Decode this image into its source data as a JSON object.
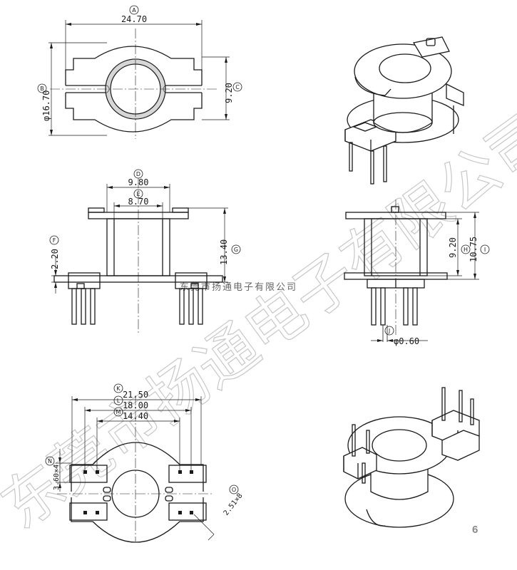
{
  "top_view": {
    "dim_a": {
      "marker": "A",
      "value": "24.70"
    },
    "dim_b": {
      "marker": "B",
      "value": "φ16.70"
    },
    "dim_c": {
      "marker": "C",
      "value": "9.20"
    }
  },
  "side_view": {
    "dim_d": {
      "marker": "D",
      "value": "9.80"
    },
    "dim_e": {
      "marker": "E",
      "value": "8.70"
    },
    "dim_f": {
      "marker": "F",
      "value": "2.20"
    },
    "dim_g": {
      "marker": "G",
      "value": "13.40"
    }
  },
  "front_view": {
    "dim_h": {
      "marker": "H",
      "value": "9.20"
    },
    "dim_i": {
      "marker": "I",
      "value": "10.75"
    },
    "dim_j": {
      "marker": "J",
      "value": "φ0.60"
    }
  },
  "bottom_view": {
    "dim_k": {
      "marker": "K",
      "value": "21.50"
    },
    "dim_l": {
      "marker": "L",
      "value": "18.00"
    },
    "dim_m": {
      "marker": "M",
      "value": "14.40"
    },
    "dim_n": {
      "marker": "N",
      "value": "3.60×4"
    },
    "dim_o": {
      "marker": "O",
      "value": "2.51×8"
    }
  },
  "watermark": {
    "large": "东莞市扬通电子有限公司",
    "small": "东莞市扬通电子有限公司"
  },
  "page_number": "6"
}
